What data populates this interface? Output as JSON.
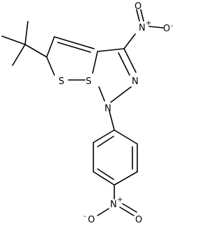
{
  "structure": {
    "atoms": {
      "n_nitro_top": "N",
      "n_nitro_top_charge": "+",
      "o_top_right": "O",
      "o_top_right_charge": "-",
      "o_top_left": "O",
      "n_ring_right": "N",
      "n_ring_bottom": "N",
      "s_left": "S",
      "s_center": "S",
      "n_nitro_bottom": "N",
      "n_nitro_bottom_charge": "+",
      "o_bottom_left": "O",
      "o_bottom_left_charge": "-",
      "o_bottom_right": "O"
    }
  }
}
